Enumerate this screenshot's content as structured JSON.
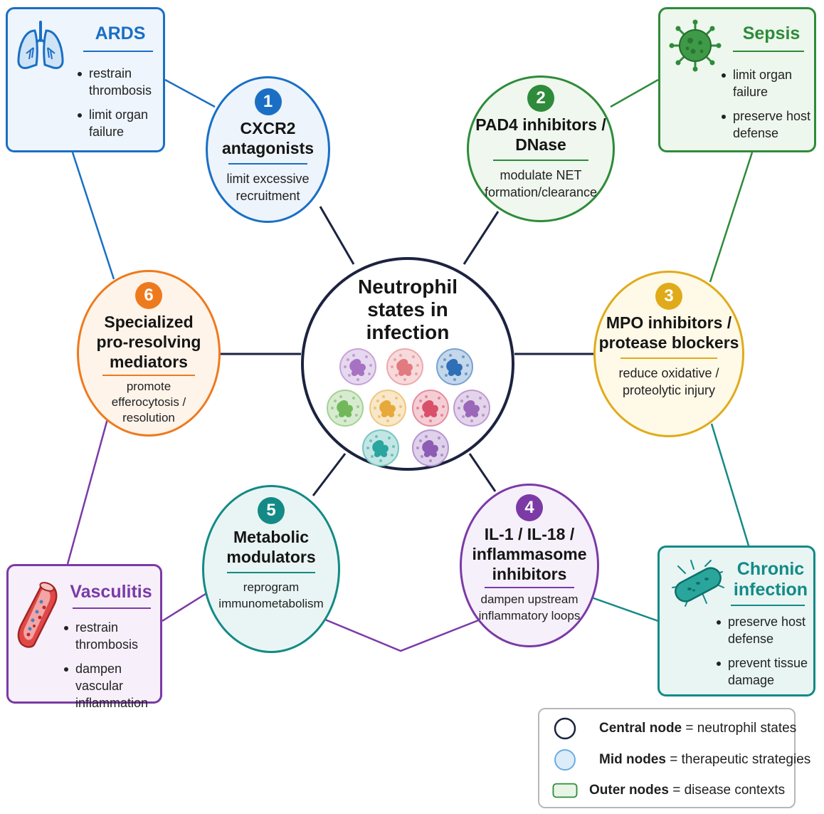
{
  "center": {
    "title_lines": [
      "Neutrophil",
      "states in",
      "infection"
    ],
    "cell_colors": [
      "#a772c4",
      "#e27a80",
      "#2e6fb8",
      "#72b85a",
      "#e6a93a",
      "#d9506a",
      "#9b67b8",
      "#2aa5a0",
      "#8d5cb5"
    ]
  },
  "mid_nodes": [
    {
      "number": "1",
      "title_lines": [
        "CXCR2",
        "antagonists"
      ],
      "desc_lines": [
        "limit excessive",
        "recruitment"
      ],
      "color": "#1a6fc4",
      "fill": "#edf4fb"
    },
    {
      "number": "2",
      "title_lines": [
        "PAD4 inhibitors /",
        "DNase"
      ],
      "desc_lines": [
        "modulate NET",
        "formation/clearance"
      ],
      "color": "#2e8b3a",
      "fill": "#eff7ee"
    },
    {
      "number": "3",
      "title_lines": [
        "MPO inhibitors /",
        "protease blockers"
      ],
      "desc_lines": [
        "reduce oxidative /",
        "proteolytic injury"
      ],
      "color": "#e0ab1a",
      "fill": "#fff9e8"
    },
    {
      "number": "4",
      "title_lines": [
        "IL-1 / IL-18 /",
        "inflammasome",
        "inhibitors"
      ],
      "desc_lines": [
        "dampen upstream",
        "inflammatory loops"
      ],
      "color": "#7b3aa6",
      "fill": "#f6f0fa"
    },
    {
      "number": "5",
      "title_lines": [
        "Metabolic",
        "modulators"
      ],
      "desc_lines": [
        "reprogram",
        "immunometabolism"
      ],
      "color": "#138a86",
      "fill": "#e9f5f4"
    },
    {
      "number": "6",
      "title_lines": [
        "Specialized",
        "pro-resolving",
        "mediators"
      ],
      "desc_lines": [
        "promote",
        "efferocytosis /",
        "resolution"
      ],
      "color": "#ee7a1e",
      "fill": "#fff4ea"
    }
  ],
  "outer_nodes": [
    {
      "title_lines": [
        "ARDS"
      ],
      "bullets": [
        [
          "restrain",
          "thrombosis"
        ],
        [
          "limit organ",
          "failure"
        ]
      ],
      "color": "#1a6fc4",
      "fill": "#eef5fc",
      "icon": "lungs-icon"
    },
    {
      "title_lines": [
        "Sepsis"
      ],
      "bullets": [
        [
          "limit organ",
          "failure"
        ],
        [
          "preserve host",
          "defense"
        ]
      ],
      "color": "#2e8b3a",
      "fill": "#eef7ed",
      "icon": "virus-icon"
    },
    {
      "title_lines": [
        "Chronic",
        "infection"
      ],
      "bullets": [
        [
          "preserve host",
          "defense"
        ],
        [
          "prevent tissue",
          "damage"
        ]
      ],
      "color": "#138a86",
      "fill": "#e8f5f3",
      "icon": "bacterium-icon"
    },
    {
      "title_lines": [
        "Vasculitis"
      ],
      "bullets": [
        [
          "restrain",
          "thrombosis"
        ],
        [
          "dampen vascular",
          "inflammation"
        ]
      ],
      "color": "#7b3aa6",
      "fill": "#f7f0fa",
      "icon": "blood-vessel-icon"
    }
  ],
  "legend": [
    {
      "term": "Central node",
      "eq": "=",
      "meaning": "neutrophil states",
      "swatch": "circle-outline",
      "color": "#1c2340",
      "fill": "#ffffff"
    },
    {
      "term": "Mid nodes",
      "eq": "=",
      "meaning": "therapeutic strategies",
      "swatch": "circle-filled",
      "color": "#6aaee0",
      "fill": "#dcedf9"
    },
    {
      "term": "Outer nodes",
      "eq": "=",
      "meaning": "disease contexts",
      "swatch": "rounded-rect",
      "color": "#2e8b3a",
      "fill": "#e8f5e6"
    }
  ]
}
